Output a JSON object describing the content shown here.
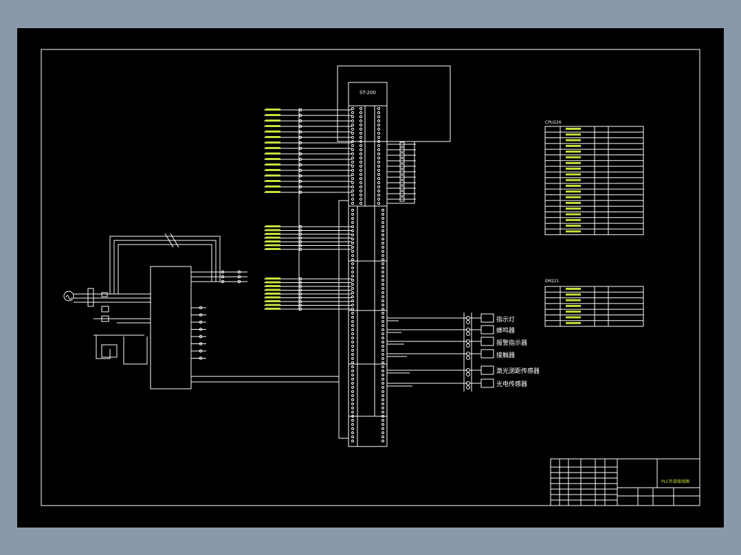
{
  "colors": {
    "background": "#8a98ac",
    "sheet": "#000000",
    "line": "#ffffff",
    "text_green": "#c8e03c",
    "text_white": "#ffffff"
  },
  "plc": {
    "model": "ST-200"
  },
  "tables": {
    "cpu_title": "CPU226",
    "em_title": "EM221"
  },
  "outputs": [
    {
      "label": "指示灯"
    },
    {
      "label": "蜂鸣器"
    },
    {
      "label": "报警指示器"
    },
    {
      "label": "接触器"
    },
    {
      "label": "激光测距传感器"
    },
    {
      "label": "光电传感器"
    }
  ],
  "title_block": {
    "drawing_title": "PLC外部接线图"
  }
}
